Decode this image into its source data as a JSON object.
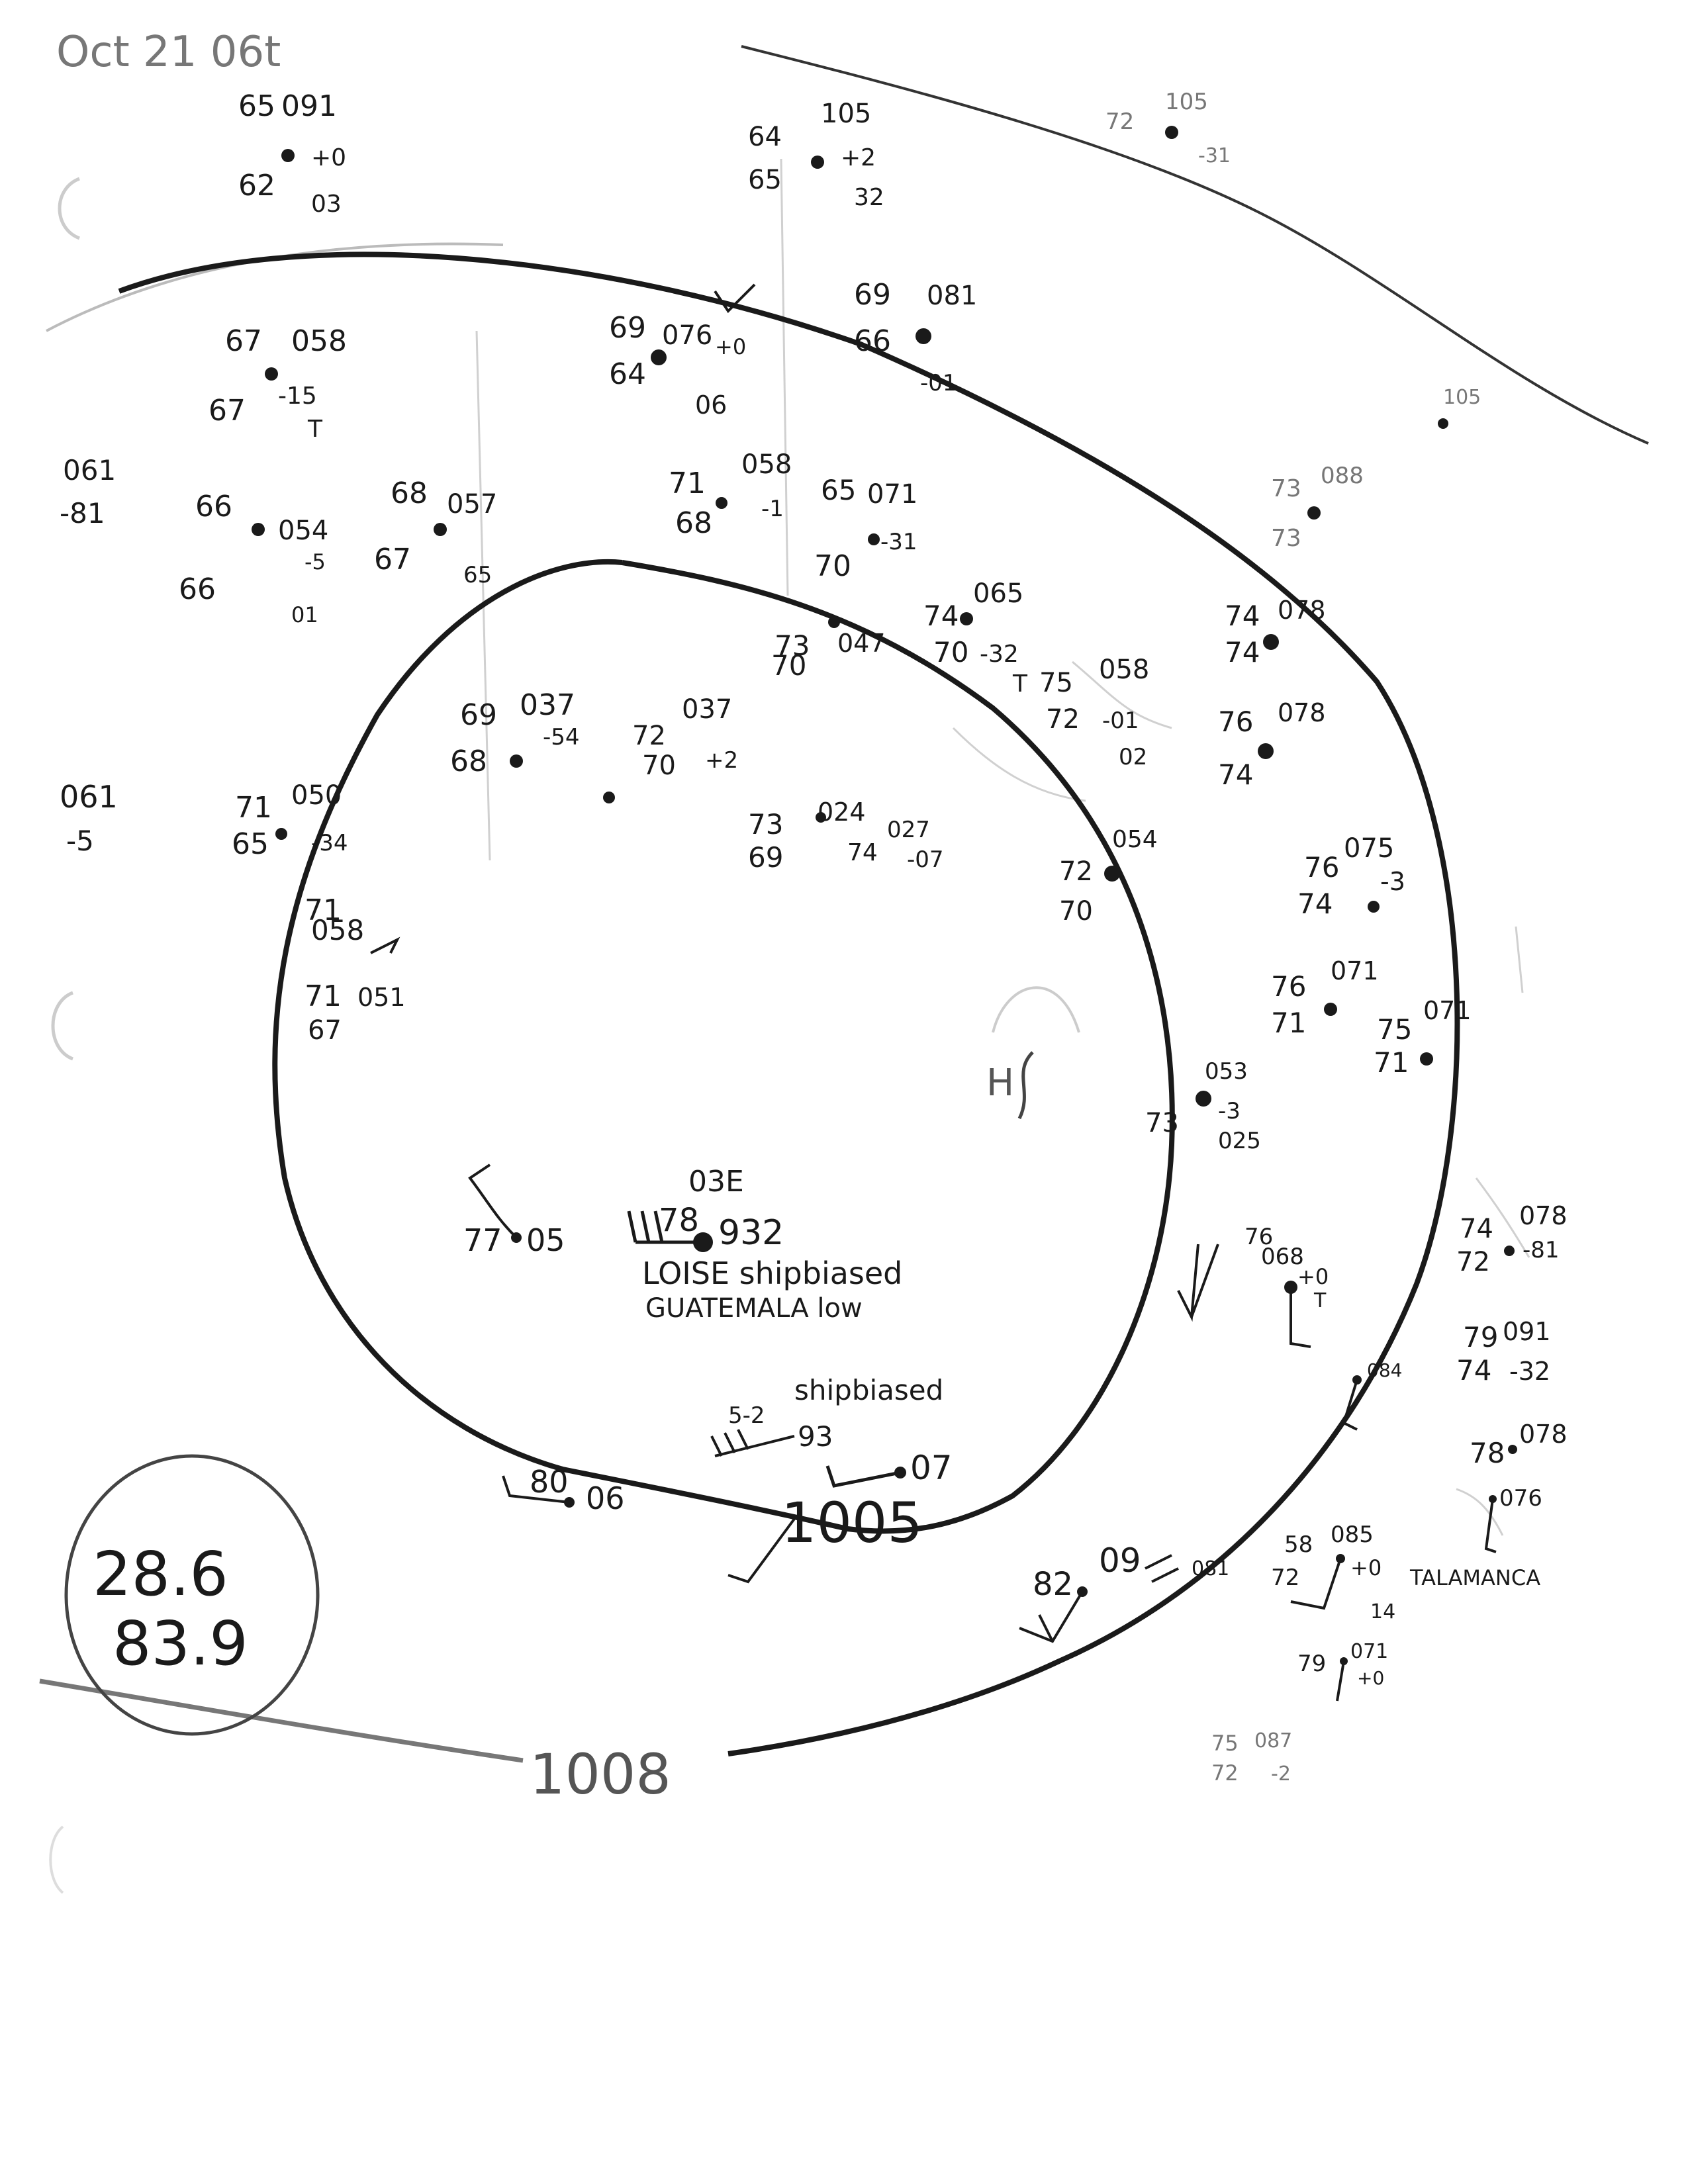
{
  "header": {
    "date_label": "Oct 21 06t"
  },
  "isobars": {
    "outer_label": "1008",
    "inner_label": "1005"
  },
  "lows": [
    {
      "pressure": "932",
      "temp": "78",
      "dew": "03E",
      "note": "LOISE shipbiased",
      "region": "GUATEMALA low"
    }
  ],
  "high": {
    "symbol": "H"
  },
  "ship_reports": [
    {
      "label": "shipbiased",
      "value": "93",
      "wind": "5-2"
    }
  ],
  "coordinate_box": {
    "lat": "28.6",
    "lon": "83.9"
  },
  "place_labels": {
    "talamanca": "TALAMANCA"
  },
  "stations": [
    {
      "t": "65",
      "p": "091",
      "d": "62",
      "tend": "+0",
      "extra": "03"
    },
    {
      "t": "64",
      "p": "105",
      "d": "65",
      "tend": "+2",
      "extra": "32"
    },
    {
      "t": "69",
      "p": "076",
      "d": "64",
      "tend": "+0",
      "extra": "06"
    },
    {
      "t": "69",
      "p": "081",
      "d": "66",
      "tend": "-01",
      "extra": ""
    },
    {
      "t": "67",
      "p": "058",
      "d": "67",
      "tend": "-15",
      "extra": "T"
    },
    {
      "t": "66",
      "p": "054",
      "d": "66",
      "tend": "-5",
      "extra": "01"
    },
    {
      "t": "68",
      "p": "057",
      "d": "67",
      "tend": "",
      "extra": "65"
    },
    {
      "t": "71",
      "p": "058",
      "d": "68",
      "tend": "-1",
      "extra": ""
    },
    {
      "t": "65",
      "p": "071",
      "d": "70",
      "tend": "-31",
      "extra": ""
    },
    {
      "t": "69",
      "p": "037",
      "d": "68",
      "tend": "-54",
      "extra": ""
    },
    {
      "t": "72",
      "p": "037",
      "d": "70",
      "tend": "+2",
      "extra": ""
    },
    {
      "t": "71",
      "p": "050",
      "d": "65",
      "tend": "-34",
      "extra": ""
    },
    {
      "t": "73",
      "p": "047",
      "d": "70",
      "tend": "",
      "extra": ""
    },
    {
      "t": "73",
      "p": "024",
      "d": "69",
      "tend": "",
      "extra": ""
    },
    {
      "t": "74",
      "p": "027",
      "d": "",
      "tend": "-07",
      "extra": ""
    },
    {
      "t": "74",
      "p": "065",
      "d": "70",
      "tend": "-32",
      "extra": "T"
    },
    {
      "t": "75",
      "p": "058",
      "d": "72",
      "tend": "-01",
      "extra": "02"
    },
    {
      "t": "74",
      "p": "078",
      "d": "74",
      "tend": "",
      "extra": ""
    },
    {
      "t": "76",
      "p": "078",
      "d": "74",
      "tend": "",
      "extra": ""
    },
    {
      "t": "76",
      "p": "075",
      "d": "74",
      "tend": "-3",
      "extra": ""
    },
    {
      "t": "76",
      "p": "071",
      "d": "71",
      "tend": "",
      "extra": ""
    },
    {
      "t": "75",
      "p": "071",
      "d": "71",
      "tend": "",
      "extra": ""
    },
    {
      "t": "72",
      "p": "054",
      "d": "70",
      "tend": "",
      "extra": ""
    },
    {
      "t": "73",
      "p": "053",
      "d": "",
      "tend": "-3",
      "extra": "025"
    },
    {
      "t": "71",
      "p": "058",
      "d": "",
      "tend": "",
      "extra": ""
    },
    {
      "t": "71",
      "p": "051",
      "d": "67",
      "tend": "",
      "extra": ""
    },
    {
      "t": "",
      "p": "061",
      "d": "",
      "tend": "-5",
      "extra": ""
    },
    {
      "t": "",
      "p": "061",
      "d": "",
      "tend": "-81",
      "extra": ""
    },
    {
      "t": "77",
      "p": "05",
      "d": "",
      "tend": "",
      "extra": ""
    },
    {
      "t": "80",
      "p": "06",
      "d": "",
      "tend": "",
      "extra": ""
    },
    {
      "t": "",
      "p": "07",
      "d": "",
      "tend": "",
      "extra": ""
    },
    {
      "t": "82",
      "p": "09",
      "d": "",
      "tend": "",
      "extra": "081"
    },
    {
      "t": "74",
      "p": "078",
      "d": "72",
      "tend": "-81",
      "extra": ""
    },
    {
      "t": "76",
      "p": "068",
      "d": "",
      "tend": "+0",
      "extra": "T"
    },
    {
      "t": "79",
      "p": "091",
      "d": "74",
      "tend": "-32",
      "extra": ""
    },
    {
      "t": "",
      "p": "084",
      "d": "",
      "tend": "",
      "extra": ""
    },
    {
      "t": "78",
      "p": "078",
      "d": "",
      "tend": "",
      "extra": ""
    },
    {
      "t": "58",
      "p": "085",
      "d": "72",
      "tend": "+0",
      "extra": ""
    },
    {
      "t": "",
      "p": "076",
      "d": "",
      "tend": "",
      "extra": ""
    },
    {
      "t": "79",
      "p": "071",
      "d": "",
      "tend": "+0",
      "extra": "14"
    },
    {
      "t": "75",
      "p": "087",
      "d": "72",
      "tend": "-2",
      "extra": ""
    },
    {
      "t": "73",
      "p": "088",
      "d": "73",
      "tend": "",
      "extra": ""
    },
    {
      "t": "72",
      "p": "105",
      "d": "",
      "tend": "-31",
      "extra": ""
    },
    {
      "t": "",
      "p": "105",
      "d": "",
      "tend": "",
      "extra": ""
    }
  ]
}
